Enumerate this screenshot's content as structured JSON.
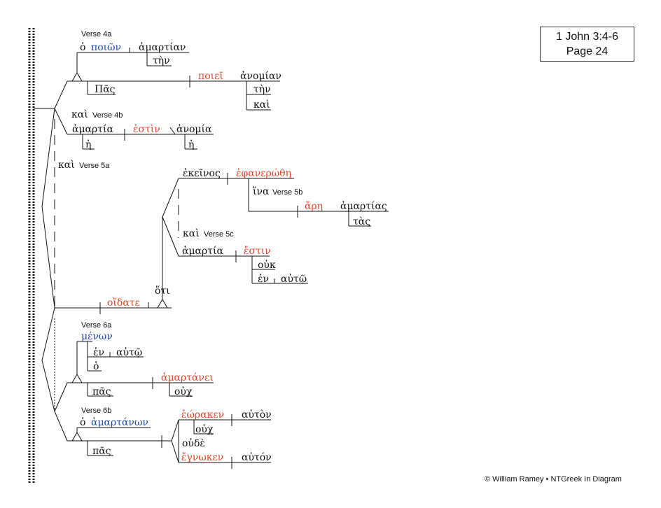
{
  "reference": {
    "line1": "1 John 3:4-6",
    "line2": "Page 24"
  },
  "copyright": "© William Ramey • NTGreek In Diagram",
  "verse_labels": {
    "v4a": "Verse 4a",
    "v4b": "Verse 4b",
    "v5a": "Verse 5a",
    "v5b": "Verse 5b",
    "v5c": "Verse 5c",
    "v6a": "Verse 6a",
    "v6b": "Verse 6b"
  },
  "words": {
    "o_1": "ὁ",
    "poion": "ποιῶν",
    "hamartian_1": "ἁμαρτίαν",
    "ten_1": "τὴν",
    "pas_1": "Πᾶς",
    "poiei": "ποιεῖ",
    "anomian": "ἀνομίαν",
    "ten_2": "τὴν",
    "kai_1": "καὶ",
    "kai_4b": "καὶ",
    "hamartia_1": "ἁμαρτία",
    "estin_1": "ἐστὶν",
    "anomia": "ἀνομία",
    "he_1": "ἡ",
    "he_2": "ἡ",
    "kai_5a": "καὶ",
    "ekeinos": "ἐκεῖνος",
    "ephanerothe": "ἐφανερώθη",
    "hina": "ἵνα",
    "are": "ἄρῃ",
    "hamartias": "ἁμαρτίας",
    "tas": "τὰς",
    "kai_5c": "καὶ",
    "hamartia_2": "ἁμαρτία",
    "estin_2": "ἔστιν",
    "ouk": "οὐκ",
    "en_1": "ἐν",
    "auto_1": "αὐτῷ",
    "oidate": "οἴδατε",
    "hoti": "ὅτι",
    "menon": "μένων",
    "en_2": "ἐν",
    "auto_2": "αὐτῷ",
    "o_2": "ὁ",
    "pas_2": "πᾶς",
    "hamartanei": "ἁμαρτάνει",
    "oux_1": "οὐχ",
    "o_3": "ὁ",
    "hamartanon": "ἁμαρτάνων",
    "heoraken": "ἑώρακεν",
    "auton_1": "αὐτὸν",
    "oux_2": "οὐχ",
    "oude": "οὐδὲ",
    "egnoken": "ἔγνωκεν",
    "auton_2": "αὐτόν",
    "pas_3": "πᾶς"
  },
  "colors": {
    "verb": "#e0452a",
    "participle": "#1f4aa8",
    "text": "#111111"
  }
}
